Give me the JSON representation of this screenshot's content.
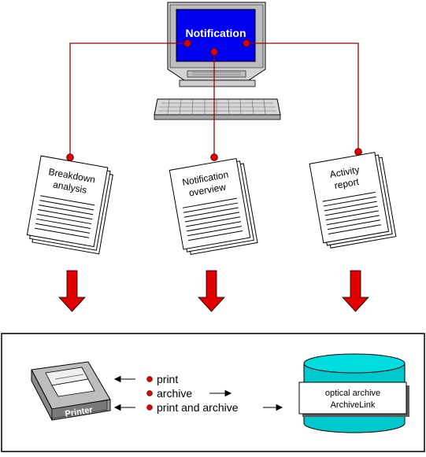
{
  "monitor": {
    "screen_label": "Notification"
  },
  "documents": [
    {
      "line1": "Breakdown",
      "line2": "analysis"
    },
    {
      "line1": "Notification",
      "line2": "overview"
    },
    {
      "line1": "Activity",
      "line2": "report"
    }
  ],
  "printer": {
    "label": "Printer"
  },
  "options": [
    {
      "label": "print"
    },
    {
      "label": "archive"
    },
    {
      "label": "print and archive"
    }
  ],
  "archive": {
    "line1": "optical archive",
    "line2": "ArchiveLink"
  },
  "colors": {
    "screen_blue": "#0000ee",
    "connector_red": "#a00000",
    "arrow_red": "#e00000",
    "archive_cyan": "#00c8cc"
  }
}
